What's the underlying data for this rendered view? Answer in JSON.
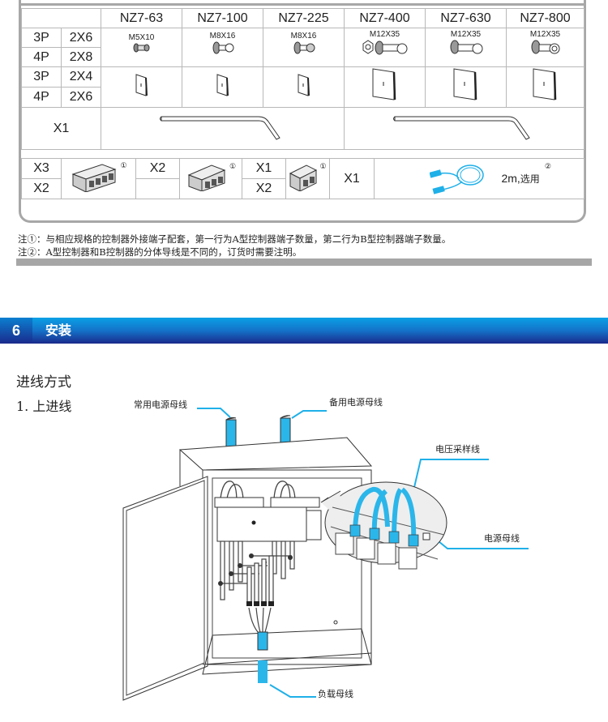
{
  "accessory_table": {
    "columns": [
      "NZ7-63",
      "NZ7-100",
      "NZ7-225",
      "NZ7-400",
      "NZ7-630",
      "NZ7-800"
    ],
    "bolt_rows": [
      {
        "poles": "3P",
        "qty": "2X6"
      },
      {
        "poles": "4P",
        "qty": "2X8"
      }
    ],
    "bolt_sizes": [
      "M5X10",
      "M8X16",
      "M8X16",
      "M12X35",
      "M12X35",
      "M12X35"
    ],
    "barrier_rows": [
      {
        "poles": "3P",
        "qty": "2X4"
      },
      {
        "poles": "4P",
        "qty": "2X6"
      }
    ],
    "wrench_qty": "X1",
    "terminals": [
      {
        "qty_a": "X3",
        "qty_b": "X2",
        "mark": "①"
      },
      {
        "qty_a": "X2",
        "qty_b": "",
        "mark": "①"
      },
      {
        "qty_a": "X1",
        "qty_b": "X2",
        "mark": "①"
      }
    ],
    "cable": {
      "qty": "X1",
      "length": "2m,",
      "optional": "选用",
      "mark": "②"
    }
  },
  "notes": [
    "注①：与相应规格的控制器外接端子配套，第一行为A型控制器端子数量，第二行为B型控制器端子数量。",
    "注②：A型控制器和B控制器的分体导线是不同的，订货时需要注明。"
  ],
  "section": {
    "number": "6",
    "title": "安装"
  },
  "wiring": {
    "heading": "进线方式",
    "item": "1.  上进线",
    "labels": {
      "normal_bus": "常用电源母线",
      "standby_bus": "备用电源母线",
      "voltage_sampling": "电压采样线",
      "power_bus": "电源母线",
      "load_bus": "负载母线"
    }
  },
  "colors": {
    "accent_blue": "#1fb0e8",
    "header_top": "#0aa0e6",
    "header_bottom": "#1a2a8c",
    "frame_gray": "#a7a7a7"
  }
}
